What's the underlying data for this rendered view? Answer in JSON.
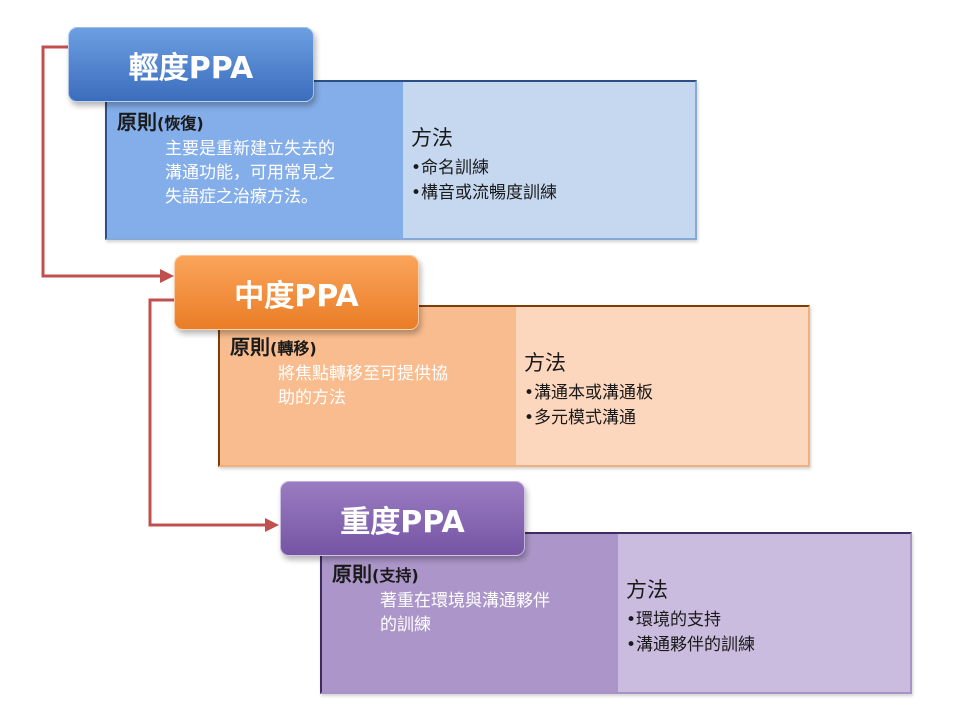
{
  "colors": {
    "connector": "#c0504d",
    "mild": "#4f81bd",
    "moderate": "#f79646",
    "severe": "#8064a2"
  },
  "blocks": [
    {
      "heading": "輕度PPA",
      "principle_label": "原則",
      "principle_paren": "(恢復)",
      "principle_lines": [
        "主要是重新建立失去的",
        "溝通功能，可用常見之",
        "失語症之治療方法。"
      ],
      "methods_title": "方法",
      "methods": [
        "命名訓練",
        "構音或流暢度訓練"
      ]
    },
    {
      "heading": "中度PPA",
      "principle_label": "原則",
      "principle_paren": "(轉移)",
      "principle_lines": [
        "將焦點轉移至可提供協",
        "助的方法"
      ],
      "methods_title": "方法",
      "methods": [
        "溝通本或溝通板",
        "多元模式溝通"
      ]
    },
    {
      "heading": "重度PPA",
      "principle_label": "原則",
      "principle_paren": "(支持)",
      "principle_lines": [
        "著重在環境與溝通夥伴",
        "的訓練"
      ],
      "methods_title": "方法",
      "methods": [
        "環境的支持",
        "溝通夥伴的訓練"
      ]
    }
  ]
}
